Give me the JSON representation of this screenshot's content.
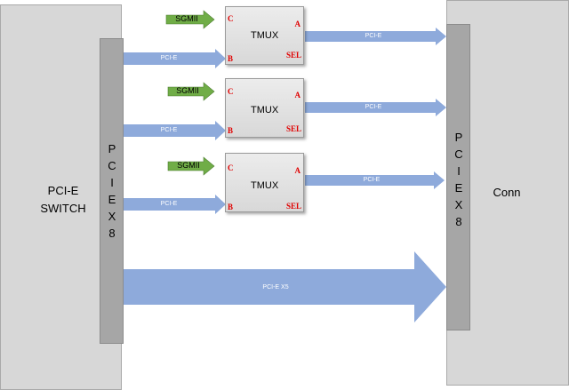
{
  "switch_block": {
    "line1": "PCI-E",
    "line2": "SWITCH"
  },
  "left_bus": {
    "label": "P\nC\nI\nE\nX\n8"
  },
  "conn_block": {
    "label": "Conn"
  },
  "right_bus": {
    "label": "P\nC\nI\nE\nX\n8"
  },
  "tmux_blocks": [
    {
      "title": "TMUX",
      "pin_c": "C",
      "pin_a": "A",
      "pin_b": "B",
      "pin_sel": "SEL",
      "input_label": "SGMII",
      "in_link_label": "PCI-E",
      "out_link_label": "PCI-E"
    },
    {
      "title": "TMUX",
      "pin_c": "C",
      "pin_a": "A",
      "pin_b": "B",
      "pin_sel": "SEL",
      "input_label": "SGMII",
      "in_link_label": "PCI-E",
      "out_link_label": "PCI-E"
    },
    {
      "title": "TMUX",
      "pin_c": "C",
      "pin_a": "A",
      "pin_b": "B",
      "pin_sel": "SEL",
      "input_label": "SGMII",
      "in_link_label": "PCI-E",
      "out_link_label": "PCI-E"
    }
  ],
  "main_link": {
    "label": "PCI-E X5"
  },
  "colors": {
    "link_arrow": "#8eaadb",
    "sgmii_arrow": "#70ad47",
    "pin_label": "#e00000",
    "block_fill": "#d7d7d7",
    "bus_fill": "#a6a6a6"
  }
}
